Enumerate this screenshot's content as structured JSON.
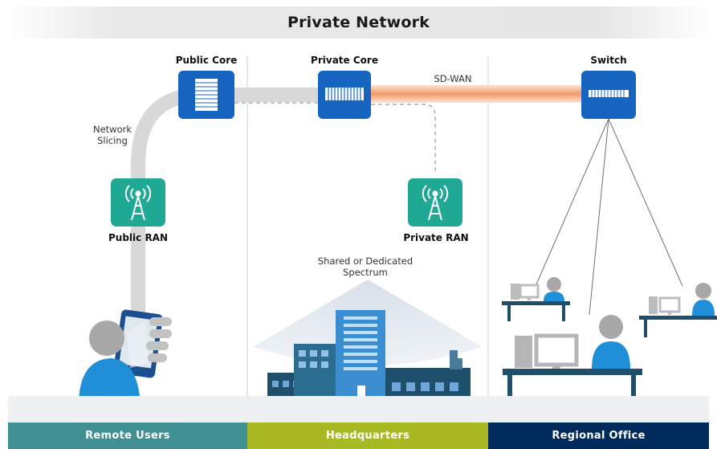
{
  "title": "Private Network",
  "nodes": {
    "public_core": "Public Core",
    "private_core": "Private Core",
    "switch": "Switch",
    "public_ran": "Public RAN",
    "private_ran": "Private RAN"
  },
  "annotations": {
    "network_slicing_line1": "Network",
    "network_slicing_line2": "Slicing",
    "sd_wan": "SD-WAN",
    "spectrum_line1": "Shared or Dedicated",
    "spectrum_line2": "Spectrum"
  },
  "sections": {
    "remote_users": "Remote Users",
    "headquarters": "Headquarters",
    "regional_office": "Regional Office"
  },
  "colors": {
    "device_blue": "#1565c0",
    "ran_teal": "#1fa894",
    "sd_wan_orange": "#f5a377",
    "remote_users": "#3f8f93",
    "headquarters": "#a8b924",
    "regional_office": "#002b5c"
  }
}
